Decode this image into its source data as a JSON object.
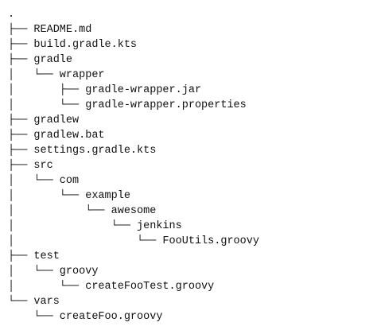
{
  "tree": {
    "lines": [
      ".",
      "├── README.md",
      "├── build.gradle.kts",
      "├── gradle",
      "│   └── wrapper",
      "│       ├── gradle-wrapper.jar",
      "│       └── gradle-wrapper.properties",
      "├── gradlew",
      "├── gradlew.bat",
      "├── settings.gradle.kts",
      "├── src",
      "│   └── com",
      "│       └── example",
      "│           └── awesome",
      "│               └── jenkins",
      "│                   └── FooUtils.groovy",
      "├── test",
      "│   └── groovy",
      "│       └── createFooTest.groovy",
      "└── vars",
      "    └── createFoo.groovy"
    ]
  }
}
